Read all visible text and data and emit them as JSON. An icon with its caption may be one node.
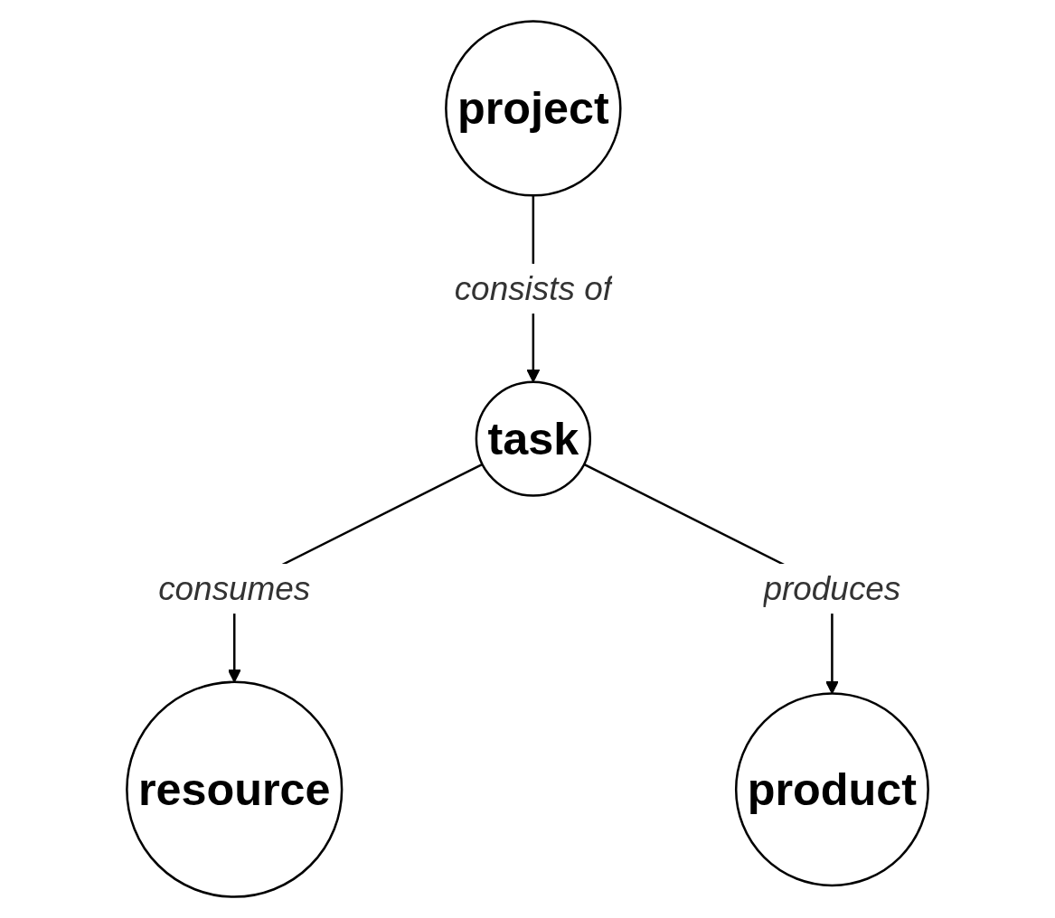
{
  "diagram": {
    "nodes": [
      {
        "text": [
          "project"
        ]
      },
      {
        "text": [
          "task"
        ]
      },
      {
        "text": [
          "resource"
        ]
      },
      {
        "text": [
          "product"
        ]
      }
    ],
    "edges": [
      {
        "from": 0,
        "to": 1,
        "arrow": "to",
        "label": "consists of"
      },
      {
        "from": 1,
        "to": 2,
        "arrow": "to",
        "label": "consumes"
      },
      {
        "from": 1,
        "to": 3,
        "arrow": "to",
        "label": "produces"
      }
    ]
  }
}
